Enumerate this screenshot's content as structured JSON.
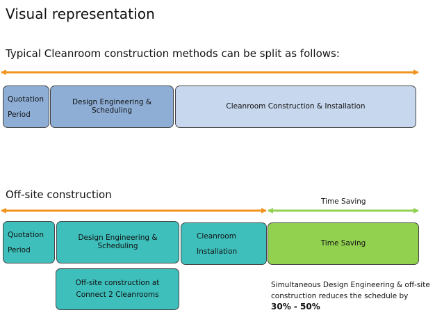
{
  "title": "Visual representation",
  "subtitle": "Typical Cleanroom construction methods can be split as follows:",
  "colors": {
    "arrow_orange": "#f0941f",
    "arrow_green": "#92d050",
    "blue_dark": "#8eaed6",
    "blue_light": "#c7d7ee",
    "teal": "#3ebfbb",
    "green": "#92d050"
  },
  "traditional": {
    "quotation_line1": "Quotation",
    "quotation_line2": "Period",
    "design": "Design Engineering & Scheduling",
    "install": "Cleanroom Construction & Installation"
  },
  "offsite": {
    "heading": "Off-site construction",
    "time_label": "Time Saving",
    "quotation_line1": "Quotation",
    "quotation_line2": "Period",
    "design": "Design Engineering & Scheduling",
    "cleanroom_line1": "Cleanroom",
    "cleanroom_line2": "Installation",
    "time_box": "Time Saving",
    "offsite_line1": "Off-site construction at",
    "offsite_line2": "Connect 2 Cleanrooms"
  },
  "note": {
    "text": "Simultaneous Design Engineering & off-site construction reduces the schedule by",
    "percent": "30% - 50%"
  }
}
